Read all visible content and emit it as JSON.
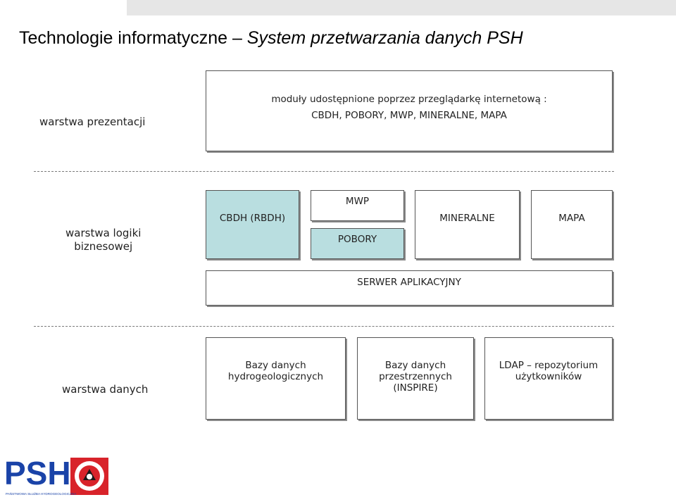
{
  "slide": {
    "title_main": "Technologie informatyczne – ",
    "title_italic": "System przetwarzania danych PSH"
  },
  "layers": {
    "presentation": {
      "label": "warstwa prezentacji",
      "box_line1": "moduły udostępnione poprzez przeglądarkę internetową :",
      "box_line2": "CBDH, POBORY, MWP, MINERALNE, MAPA"
    },
    "business": {
      "label_line1": "warstwa logiki",
      "label_line2": "biznesowej",
      "modules": {
        "cbdh": "CBDH (RBDH)",
        "mwp": "MWP",
        "pobory": "POBORY",
        "mineralne": "MINERALNE",
        "mapa": "MAPA"
      },
      "server": "SERWER APLIKACYJNY"
    },
    "data": {
      "label": "warstwa danych",
      "db_hydro_line1": "Bazy danych",
      "db_hydro_line2": "hydrogeologicznych",
      "db_spatial_line1": "Bazy danych",
      "db_spatial_line2": "przestrzennych",
      "db_spatial_line3": "(INSPIRE)",
      "ldap_line1": "LDAP – repozytorium",
      "ldap_line2": "użytkowników"
    }
  },
  "logo": {
    "text": "PSH",
    "subtitle": "PAŃSTWOWA SŁUŻBA HYDROGEOLOGICZNA"
  },
  "colors": {
    "teal_fill": "#b9dee0",
    "logo_blue": "#1a43a8",
    "logo_red": "#d8232a"
  }
}
